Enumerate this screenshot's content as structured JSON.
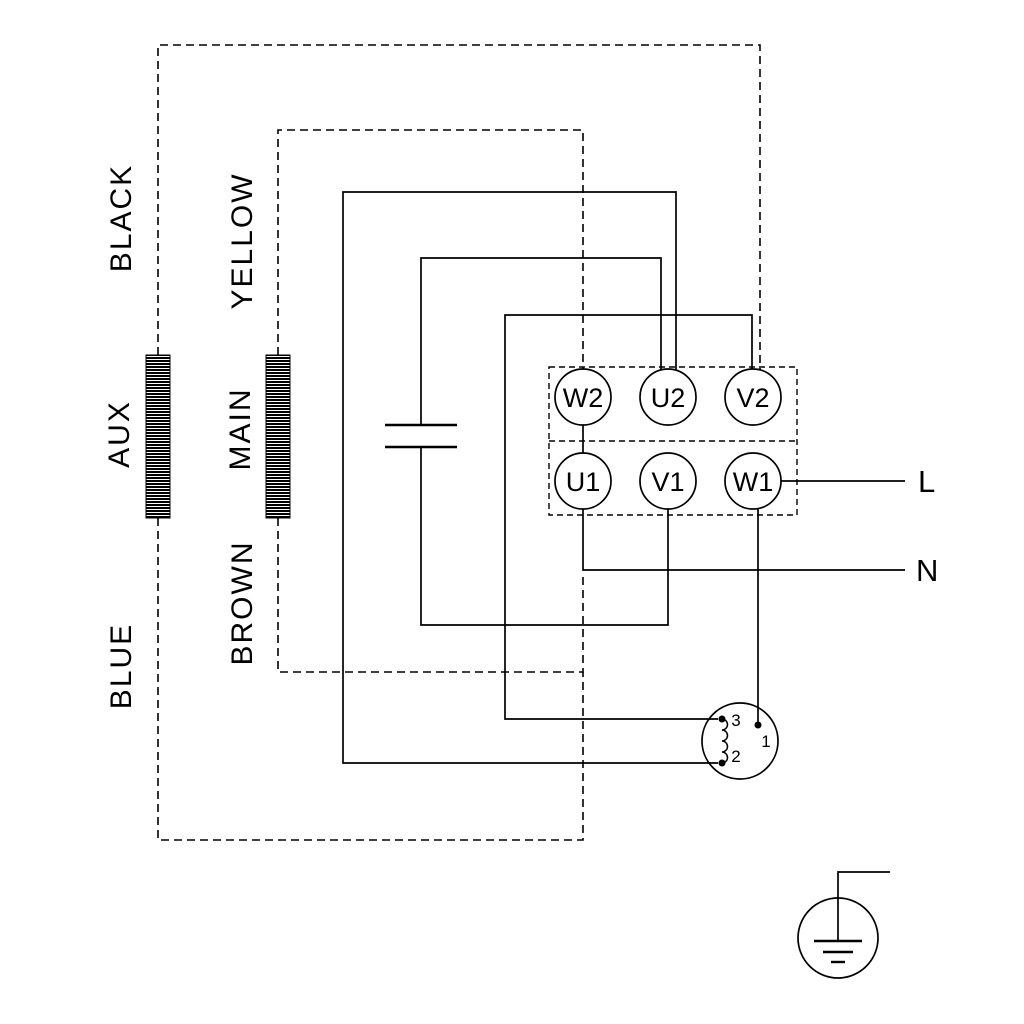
{
  "colors": {
    "ink": "#000000",
    "background": "#ffffff"
  },
  "wire_labels": {
    "black": "BLACK",
    "yellow": "YELLOW",
    "brown": "BROWN",
    "blue": "BLUE"
  },
  "winding_labels": {
    "aux": "AUX",
    "main": "MAIN"
  },
  "terminal_block": {
    "top_row": [
      "W2",
      "U2",
      "V2"
    ],
    "bottom_row": [
      "U1",
      "V1",
      "W1"
    ]
  },
  "supply_labels": {
    "line": "L",
    "neutral": "N"
  },
  "thermal_protector_contacts": {
    "three": "3",
    "two": "2",
    "one": "1"
  }
}
